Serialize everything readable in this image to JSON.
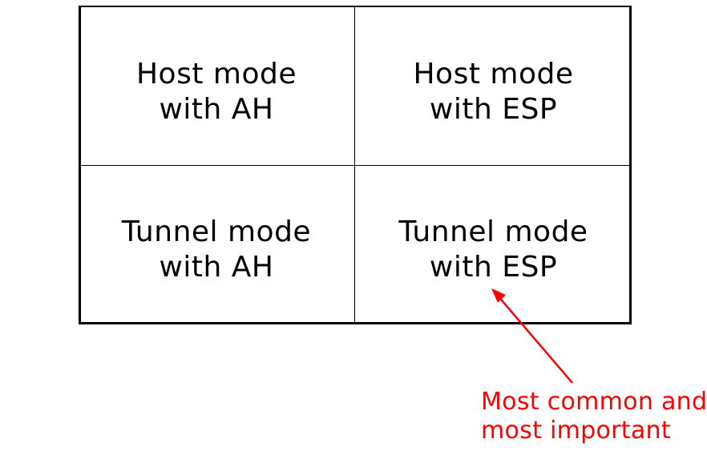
{
  "cells": {
    "top_left": {
      "line1": "Host mode",
      "line2": "with AH"
    },
    "top_right": {
      "line1": "Host mode",
      "line2": "with ESP"
    },
    "bottom_left": {
      "line1": "Tunnel mode",
      "line2": "with AH"
    },
    "bottom_right": {
      "line1": "Tunnel mode",
      "line2": "with ESP"
    }
  },
  "annotation": {
    "line1": "Most common and",
    "line2": "most important",
    "color": "#ff0000"
  }
}
